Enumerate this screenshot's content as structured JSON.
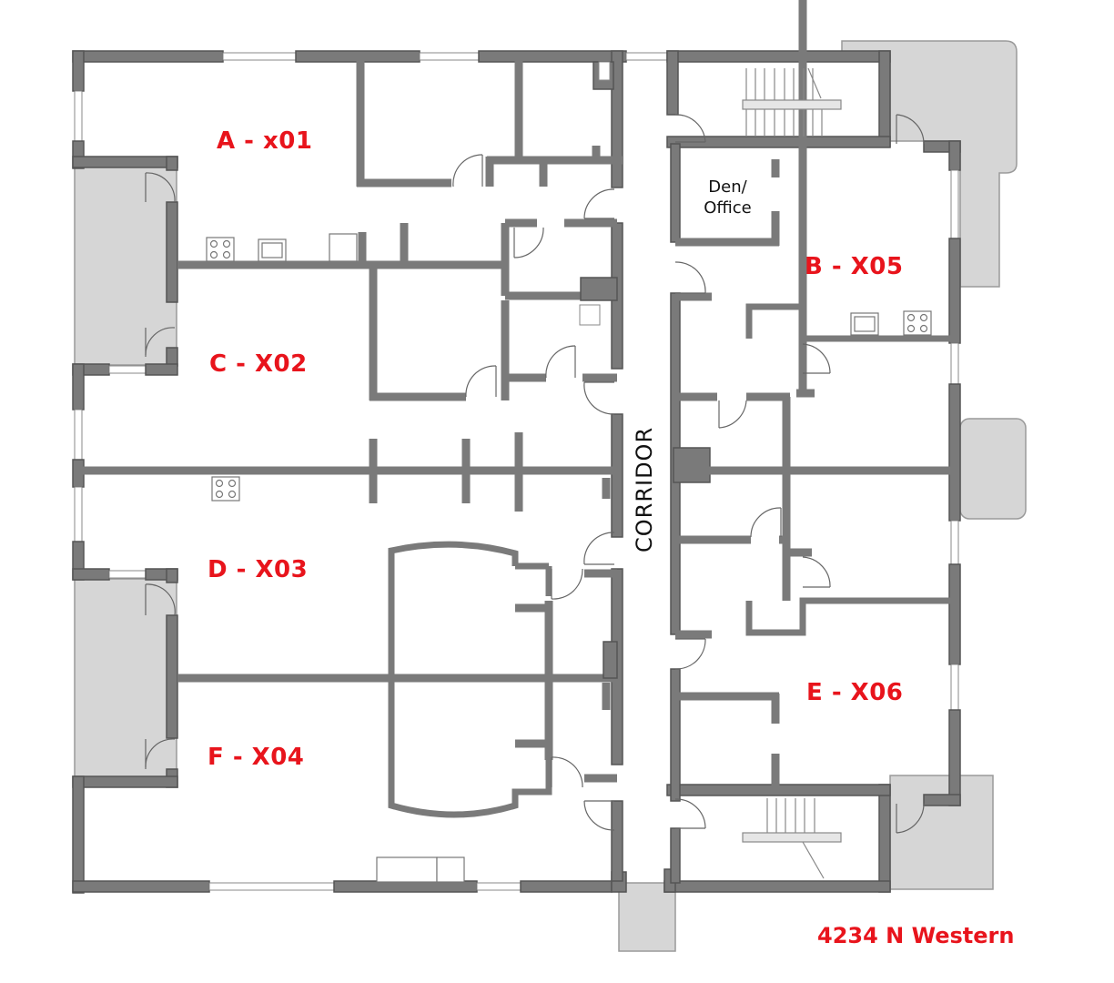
{
  "floor_plan": {
    "address": "4234 N Western",
    "corridor_label": "CORRIDOR",
    "colors": {
      "label_red": "#e8141c",
      "wall_gray": "#7a7a7a",
      "patio_gray": "#d6d6d6"
    },
    "units": [
      {
        "id": "A",
        "label": "A - x01"
      },
      {
        "id": "B",
        "label": "B - X05"
      },
      {
        "id": "C",
        "label": "C - X02"
      },
      {
        "id": "D",
        "label": "D - X03"
      },
      {
        "id": "E",
        "label": "E - X06"
      },
      {
        "id": "F",
        "label": "F - X04"
      }
    ],
    "rooms": {
      "den_office_line1": "Den/",
      "den_office_line2": "Office"
    }
  }
}
